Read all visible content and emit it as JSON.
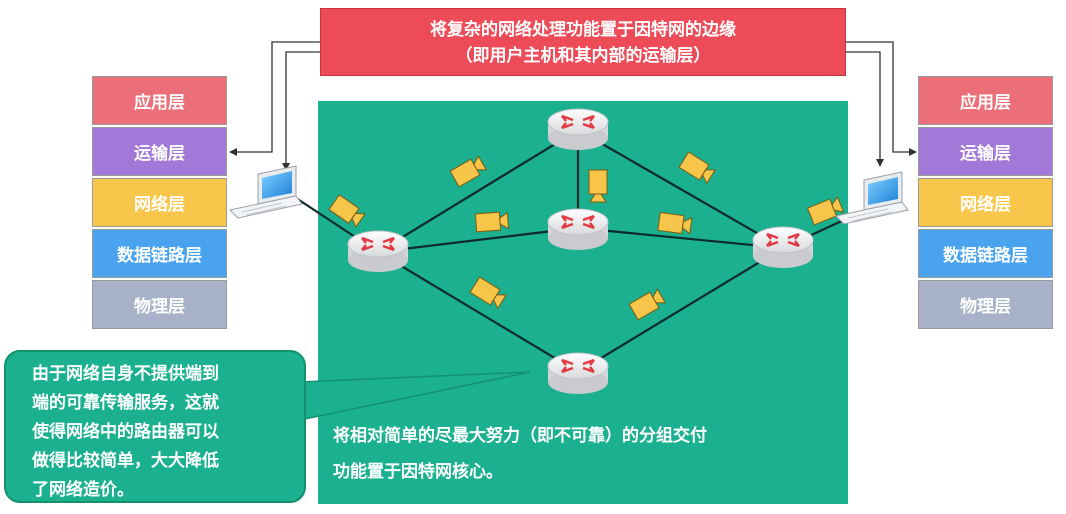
{
  "banner": {
    "line1": "将复杂的网络处理功能置于因特网的边缘",
    "line2": "（即用户主机和其内部的运输层）"
  },
  "stack_left": [
    {
      "label": "应用层",
      "color": "#ec6e78"
    },
    {
      "label": "运输层",
      "color": "#a279d8"
    },
    {
      "label": "网络层",
      "color": "#f8c64a"
    },
    {
      "label": "数据链路层",
      "color": "#4aa3ee"
    },
    {
      "label": "物理层",
      "color": "#a7b2c8"
    }
  ],
  "stack_right": [
    {
      "label": "应用层",
      "color": "#ec6e78"
    },
    {
      "label": "运输层",
      "color": "#a279d8"
    },
    {
      "label": "网络层",
      "color": "#f8c64a"
    },
    {
      "label": "数据链路层",
      "color": "#4aa3ee"
    },
    {
      "label": "物理层",
      "color": "#a7b2c8"
    }
  ],
  "callout": {
    "lines": [
      "由于网络自身不提供端到",
      "端的可靠传输服务，这就",
      "使得网络中的路由器可以",
      "做得比较简单，大大降低",
      "了网络造价。"
    ]
  },
  "core_text": {
    "line1": "将相对简单的尽最大努力（即不可靠）的分组交付",
    "line2": "功能置于因特网核心。"
  },
  "colors": {
    "core": "#1bb08f",
    "banner": "#ec4b57",
    "packet": "#f6c54a"
  }
}
